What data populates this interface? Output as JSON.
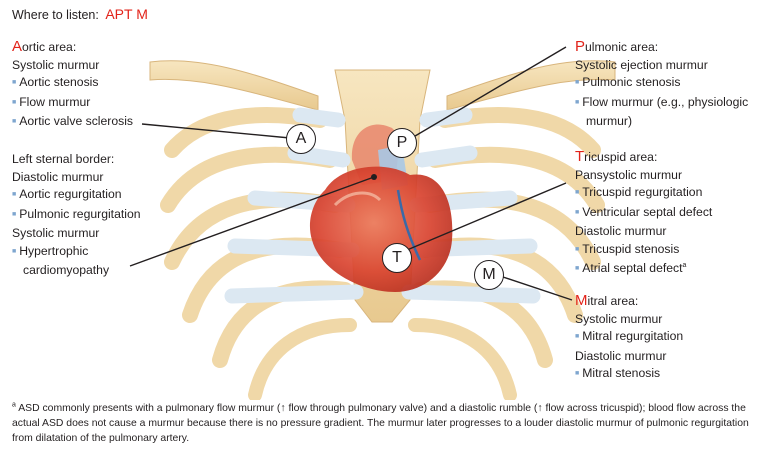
{
  "header": {
    "prefix": "Where to listen: ",
    "mnemonic": "APT M"
  },
  "aortic": {
    "cap": "A",
    "rest": "ortic area:",
    "lines": [
      "Systolic murmur"
    ],
    "bullets": [
      "Aortic stenosis",
      "Flow murmur",
      "Aortic valve sclerosis"
    ]
  },
  "left_sternal": {
    "title": "Left sternal border:",
    "sub1": "Diastolic murmur",
    "bullets1": [
      "Aortic regurgitation",
      "Pulmonic regurgitation"
    ],
    "sub2": "Systolic murmur",
    "bullets2": [
      "Hypertrophic",
      "cardiomyopathy"
    ]
  },
  "pulmonic": {
    "cap": "P",
    "rest": "ulmonic area:",
    "sub": "Systolic ejection murmur",
    "bullets": [
      "Pulmonic stenosis",
      "Flow murmur (e.g., physiologic",
      "murmur)"
    ]
  },
  "tricuspid": {
    "cap": "T",
    "rest": "ricuspid area:",
    "sub1": "Pansystolic murmur",
    "bullets1": [
      "Tricuspid regurgitation",
      "Ventricular septal defect"
    ],
    "sub2": "Diastolic murmur",
    "bullets2": [
      "Tricuspid stenosis",
      "Atrial septal defect"
    ],
    "sup": "a"
  },
  "mitral": {
    "cap": "M",
    "rest": "itral area:",
    "sub1": "Systolic murmur",
    "bullets1": [
      "Mitral regurgitation"
    ],
    "sub2": "Diastolic murmur",
    "bullets2": [
      "Mitral stenosis"
    ]
  },
  "markers": {
    "A": "A",
    "P": "P",
    "T": "T",
    "M": "M"
  },
  "footnote": {
    "sup": "a",
    "text": " ASD commonly presents with a pulmonary flow murmur (↑ flow through pulmonary valve) and a diastolic rumble (↑ flow across tricuspid); blood flow across the actual ASD does not cause a murmur because there is no pressure gradient. The murmur later progresses to a louder diastolic murmur of pulmonic regurgitation from dilatation of the pulmonary artery."
  },
  "colors": {
    "accent": "#e2231a",
    "bullet": "#7ea6cf",
    "bone": "#f2dcae",
    "cartilage": "#dce8f2",
    "heart": "#d9432f"
  }
}
